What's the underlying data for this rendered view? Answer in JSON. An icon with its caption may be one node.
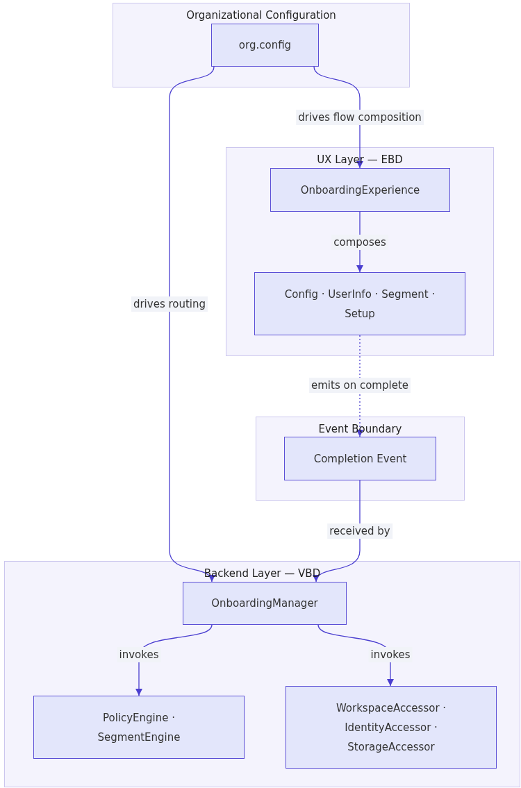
{
  "diagram": {
    "nodes": [
      {
        "text": [
          "Organizational Configuration"
        ]
      },
      {
        "text": [
          "org.config"
        ],
        "in": 0
      },
      {
        "text": [
          "UX Layer — EBD"
        ]
      },
      {
        "text": [
          "OnboardingExperience"
        ],
        "in": 2
      },
      {
        "text": [
          "Config · UserInfo · Segment · Setup"
        ],
        "in": 2
      },
      {
        "text": [
          "Event Boundary"
        ]
      },
      {
        "text": [
          "Completion Event"
        ],
        "in": 5
      },
      {
        "text": [
          "Backend Layer — VBD"
        ]
      },
      {
        "text": [
          "OnboardingManager"
        ],
        "in": 7
      },
      {
        "text": [
          "PolicyEngine · SegmentEngine"
        ],
        "in": 7
      },
      {
        "text": [
          "WorkspaceAccessor · IdentityAccessor · StorageAccessor"
        ],
        "in": 7
      }
    ],
    "edges": [
      {
        "from": 1,
        "to": 3,
        "arrow": "to",
        "label": "drives flow composition"
      },
      {
        "from": 1,
        "to": 8,
        "arrow": "to",
        "label": "drives routing"
      },
      {
        "from": 3,
        "to": 4,
        "arrow": "to",
        "label": "composes"
      },
      {
        "from": 4,
        "to": 6,
        "arrow": "to",
        "label": "emits on complete",
        "style": "dashed"
      },
      {
        "from": 6,
        "to": 8,
        "arrow": "to",
        "label": "received by"
      },
      {
        "from": 8,
        "to": 9,
        "arrow": "to",
        "label": "invokes"
      },
      {
        "from": 8,
        "to": 10,
        "arrow": "to",
        "label": "invokes"
      }
    ]
  }
}
